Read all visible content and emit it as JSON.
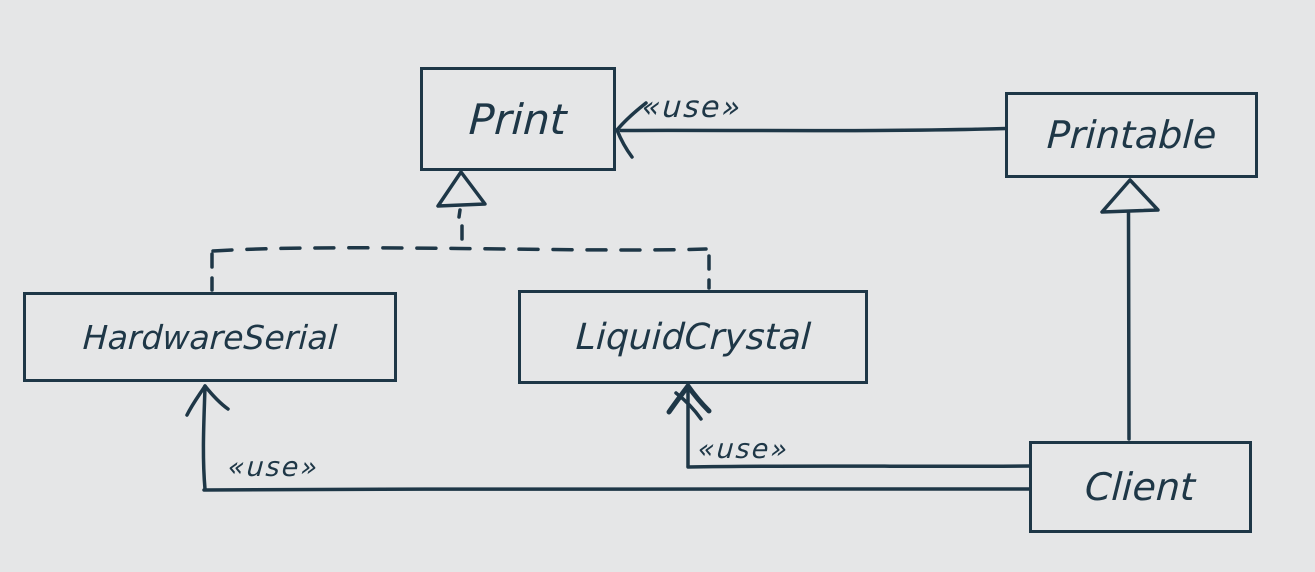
{
  "diagram": {
    "kind": "hand-drawn UML class diagram",
    "nodes": {
      "print": {
        "label": "Print"
      },
      "printable": {
        "label": "Printable"
      },
      "hardware_serial": {
        "label": "HardwareSerial"
      },
      "liquid_crystal": {
        "label": "LiquidCrystal"
      },
      "client": {
        "label": "Client"
      }
    },
    "edges": {
      "printable_to_print": {
        "from": "Printable",
        "to": "Print",
        "style": "solid-open-arrow",
        "label": "«use»"
      },
      "hardware_serial_to_print": {
        "from": "HardwareSerial",
        "to": "Print",
        "style": "dashed-hollow-triangle",
        "label": ""
      },
      "liquid_crystal_to_print": {
        "from": "LiquidCrystal",
        "to": "Print",
        "style": "dashed-hollow-triangle",
        "label": ""
      },
      "client_to_printable": {
        "from": "Client",
        "to": "Printable",
        "style": "solid-hollow-triangle",
        "label": ""
      },
      "client_to_hardware_serial": {
        "from": "Client",
        "to": "HardwareSerial",
        "style": "solid-open-arrow",
        "label": "«use»"
      },
      "client_to_liquid_crystal": {
        "from": "Client",
        "to": "LiquidCrystal",
        "style": "solid-open-arrow",
        "label": "«use»"
      }
    },
    "colors": {
      "ink": "#1e3747",
      "background": "#e5e6e7"
    }
  }
}
